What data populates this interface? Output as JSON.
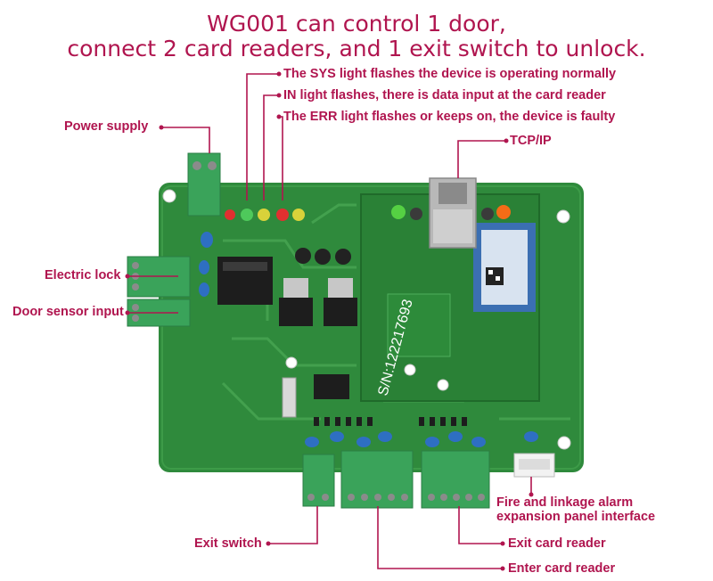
{
  "title": {
    "line1": "WG001 can control 1 door,",
    "line2": "connect 2 card readers, and 1 exit switch to unlock."
  },
  "callouts": {
    "sys_light": "The SYS light flashes the device is operating normally",
    "in_light": "IN light flashes, there is data input at the card reader",
    "err_light": "The ERR light flashes or keeps on, the device is faulty",
    "power_supply": "Power supply",
    "tcp_ip": "TCP/IP",
    "electric_lock": "Electric lock",
    "door_sensor": "Door sensor input",
    "fire_alarm_line1": "Fire and linkage alarm",
    "fire_alarm_line2": "expansion panel interface",
    "exit_switch": "Exit switch",
    "exit_reader": "Exit card reader",
    "enter_reader": "Enter card reader"
  },
  "board_text": {
    "serial": "S/N:122217693"
  },
  "colors": {
    "accent": "#b0154f",
    "pcb": "#2f8a3c",
    "terminal": "#3aa35a"
  }
}
